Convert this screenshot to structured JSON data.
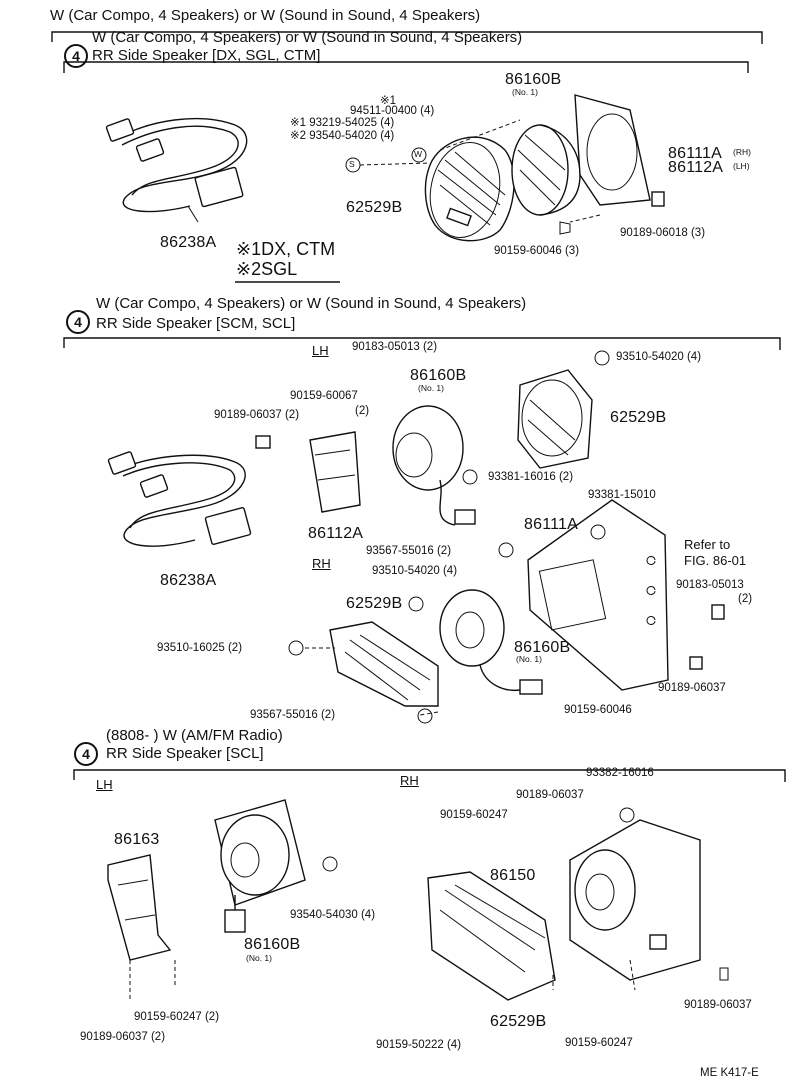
{
  "page_title": "W (Car Compo, 4 Speakers) or W (Sound in Sound, 4 Speakers)",
  "footer_code": "ME  K417-E",
  "sections": [
    {
      "num": "4",
      "heading1": "W (Car Compo, 4 Speakers) or W (Sound in Sound, 4 Speakers)",
      "heading2": "RR Side Speaker [DX, SGL, CTM]",
      "notes": [
        "※1DX, CTM",
        "※2SGL"
      ],
      "labels": {
        "a": "※1",
        "b": "94511-00400 (4)",
        "c": "※1 93219-54025 (4)",
        "d": "※2 93540-54020 (4)",
        "e": "86160B",
        "e_sub": "(No. 1)",
        "f": "86111A",
        "f_sub": "(RH)",
        "g": "86112A",
        "g_sub": "(LH)",
        "h": "62529B",
        "i": "90189-06018 (3)",
        "j": "90159-60046  (3)",
        "k": "86238A"
      }
    },
    {
      "num": "4",
      "heading1": "W (Car Compo, 4 Speakers) or W (Sound in Sound, 4 Speakers)",
      "heading2": "RR Side Speaker [SCM, SCL]",
      "labels": {
        "lh": "LH",
        "rh": "RH",
        "a": "90183-05013 (2)",
        "b": "93510-54020 (4)",
        "c": "86160B",
        "c_sub": "(No. 1)",
        "d": "90159-60067",
        "d2": "(2)",
        "e": "90189-06037 (2)",
        "f": "62529B",
        "g": "93381-16016 (2)",
        "h": "86112A",
        "i": "93381-15010",
        "j": "86111A",
        "k": "Refer to",
        "k2": "FIG. 86-01",
        "l": "93567-55016 (2)",
        "m": "86238A",
        "n": "93510-54020 (4)",
        "o": "90183-05013",
        "o2": "(2)",
        "p": "62529B",
        "q": "93510-16025 (2)",
        "r": "86160B",
        "r_sub": "(No. 1)",
        "s": "90189-06037",
        "t": "90159-60046",
        "u": "93567-55016 (2)"
      }
    },
    {
      "num": "4",
      "heading1": "(8808-        ) W (AM/FM Radio)",
      "heading2": "RR Side Speaker [SCL]",
      "labels": {
        "lh": "LH",
        "rh": "RH",
        "a": "93382-16016",
        "b": "90189-06037",
        "c": "90159-60247",
        "d": "86163",
        "e": "86150",
        "f": "93540-54030 (4)",
        "g": "86160B",
        "g_sub": "(No. 1)",
        "h": "90159-60247 (2)",
        "i": "90189-06037 (2)",
        "j": "62529B",
        "k": "90189-06037",
        "l": "90159-50222 (4)",
        "m": "90159-60247"
      }
    }
  ],
  "symbols": {
    "washer": "W",
    "screw": "S"
  }
}
